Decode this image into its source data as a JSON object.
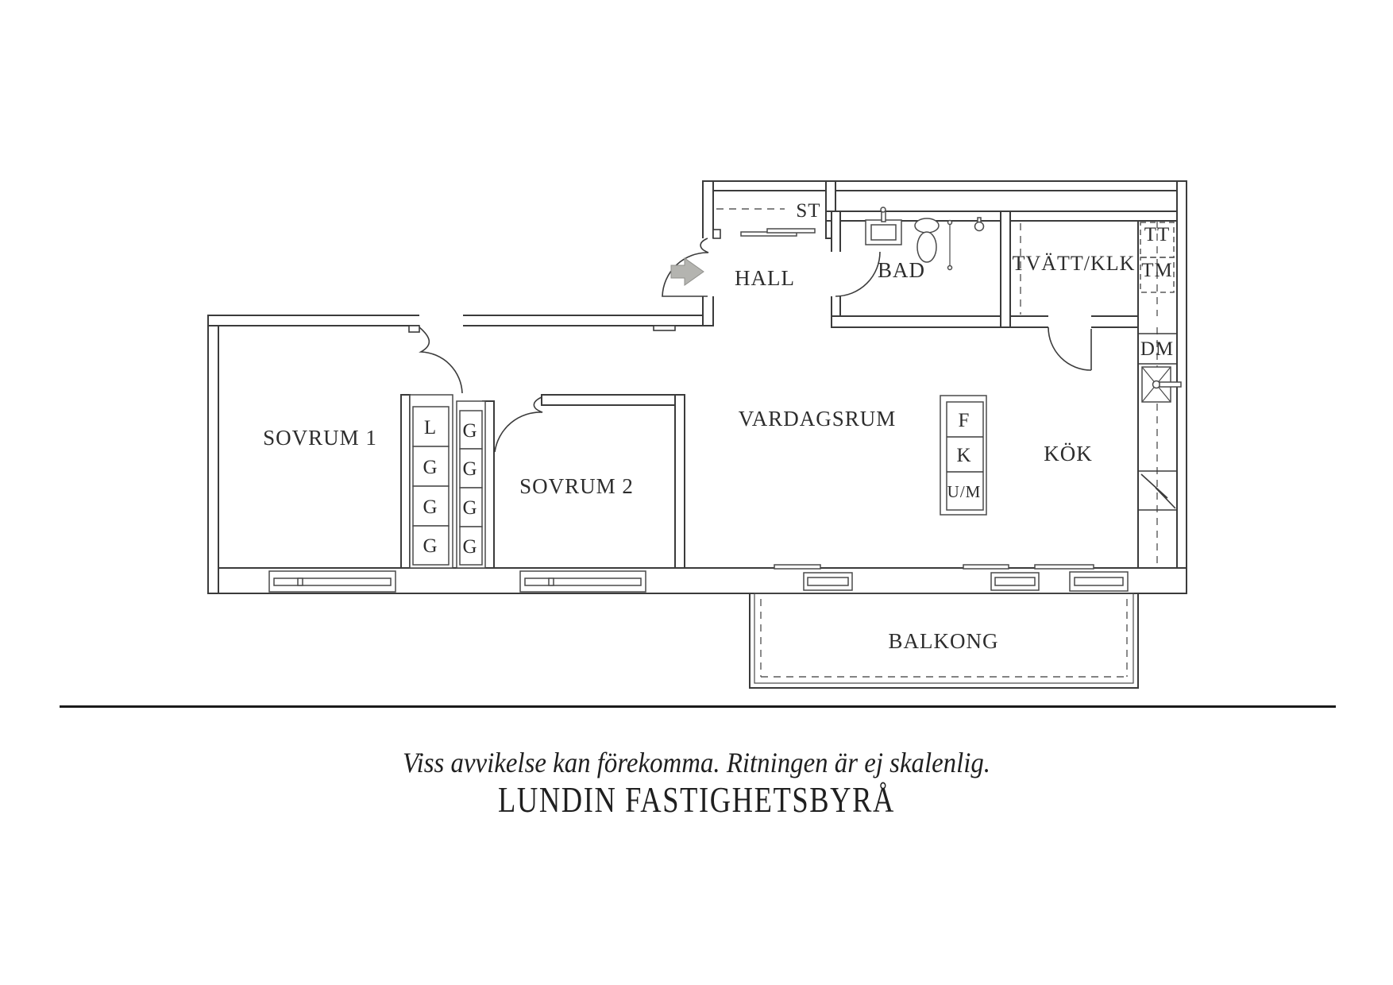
{
  "plan": {
    "rooms": {
      "sovrum1": "SOVRUM 1",
      "sovrum2": "SOVRUM 2",
      "vardagsrum": "VARDAGSRUM",
      "hall": "HALL",
      "bad": "BAD",
      "tvatt_klk": "TVÄTT/KLK",
      "kok": "KÖK",
      "balkong": "BALKONG",
      "st": "ST"
    },
    "appliances": {
      "tt": "TT",
      "tm": "TM",
      "dm": "DM",
      "f": "F",
      "k": "K",
      "um": "U/M"
    },
    "closets": {
      "left": [
        "L",
        "G",
        "G",
        "G"
      ],
      "right": [
        "G",
        "G",
        "G",
        "G"
      ]
    }
  },
  "footer": {
    "disclaimer": "Viss avvikelse kan förekomma. Ritningen är ej skalenlig.",
    "brand": "LUNDIN FASTIGHETSBYRÅ"
  },
  "colors": {
    "line": "#3b3b3b",
    "label": "#2d2d2d",
    "entry_arrow": "#b4b4b0",
    "background": "#ffffff"
  }
}
